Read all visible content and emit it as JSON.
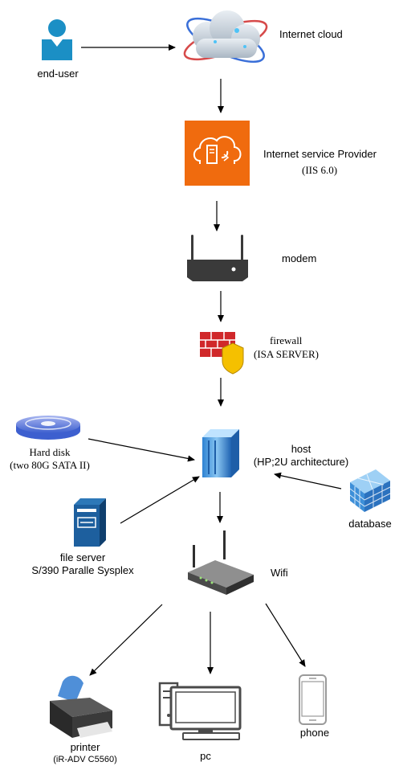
{
  "nodes": {
    "end_user": {
      "label": "end-user"
    },
    "cloud": {
      "label": "Internet cloud"
    },
    "isp": {
      "label": "Internet service Provider",
      "sublabel": "(IIS 6.0)"
    },
    "modem": {
      "label": "modem"
    },
    "firewall": {
      "label": "firewall",
      "sublabel": "(ISA SERVER)"
    },
    "hard_disk": {
      "label": "Hard disk",
      "sublabel": "(two 80G SATA II)"
    },
    "host": {
      "label": "host",
      "sublabel": "(HP;2U architecture)"
    },
    "database": {
      "label": "database"
    },
    "file_server": {
      "label": "file server",
      "sublabel": "S/390 Paralle Sysplex"
    },
    "wifi": {
      "label": "Wifi"
    },
    "printer": {
      "label": "printer",
      "sublabel": "(iR-ADV C5560)"
    },
    "pc": {
      "label": "pc"
    },
    "phone": {
      "label": "phone"
    }
  },
  "colors": {
    "user_icon": "#1b8fc5",
    "isp_orange": "#f06b0e",
    "device_dark": "#3a3a3a",
    "firewall_red": "#d0282a",
    "shield_yellow": "#f5c000",
    "disk_blue": "#4a6fd6",
    "server_blue": "#1d5f9e",
    "db_blue": "#3d8fd8",
    "phone_gray": "#9a9a9a"
  },
  "icons": [
    "user-icon",
    "cloud-icon",
    "isp-icon",
    "modem-icon",
    "firewall-icon",
    "hard-disk-icon",
    "host-server-icon",
    "database-icon",
    "file-server-icon",
    "wifi-router-icon",
    "printer-icon",
    "pc-icon",
    "phone-icon"
  ]
}
